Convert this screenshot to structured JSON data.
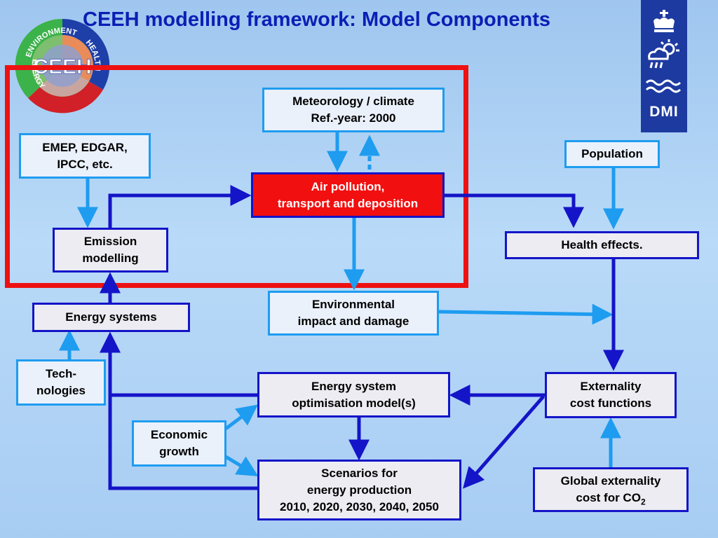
{
  "title": "CEEH modelling framework: Model Components",
  "logo": {
    "center_text": "CEEH",
    "ring_text": [
      "ENVIRONMENT",
      "HEALTH",
      "ENERGY"
    ],
    "colors": {
      "environment": "#3cb24a",
      "health": "#1e3fa8",
      "energy": "#d12027",
      "core": "#e98c5a"
    }
  },
  "dmi": {
    "text": "DMI",
    "icons": [
      "crown-icon",
      "weather-icon",
      "waves-icon"
    ],
    "color": "#1d3aa0"
  },
  "boxes": {
    "meteorology": [
      "Meteorology / climate",
      "Ref.-year: 2000"
    ],
    "emep": [
      "EMEP, EDGAR,",
      "IPCC, etc."
    ],
    "air_pollution": [
      "Air pollution,",
      "transport and deposition"
    ],
    "population": [
      "Population"
    ],
    "emission": [
      "Emission",
      "modelling"
    ],
    "health": [
      "Health effects."
    ],
    "environmental": [
      "Environmental",
      "impact and damage"
    ],
    "energy_systems": [
      "Energy systems"
    ],
    "technologies": [
      "Tech-",
      "nologies"
    ],
    "optimisation": [
      "Energy system",
      "optimisation model(s)"
    ],
    "externality": [
      "Externality",
      "cost functions"
    ],
    "economic": [
      "Economic",
      "growth"
    ],
    "scenarios": [
      "Scenarios for",
      "energy production",
      "2010, 2020, 2030, 2040, 2050"
    ],
    "global": {
      "line1": "Global externality",
      "line2_prefix": "cost for CO",
      "line2_sub": "2"
    }
  },
  "colors": {
    "light_arrow": "#1e9cf0",
    "dark_arrow": "#1414c8",
    "highlight_frame": "#ee1111",
    "model_box": "#f20f0f"
  }
}
